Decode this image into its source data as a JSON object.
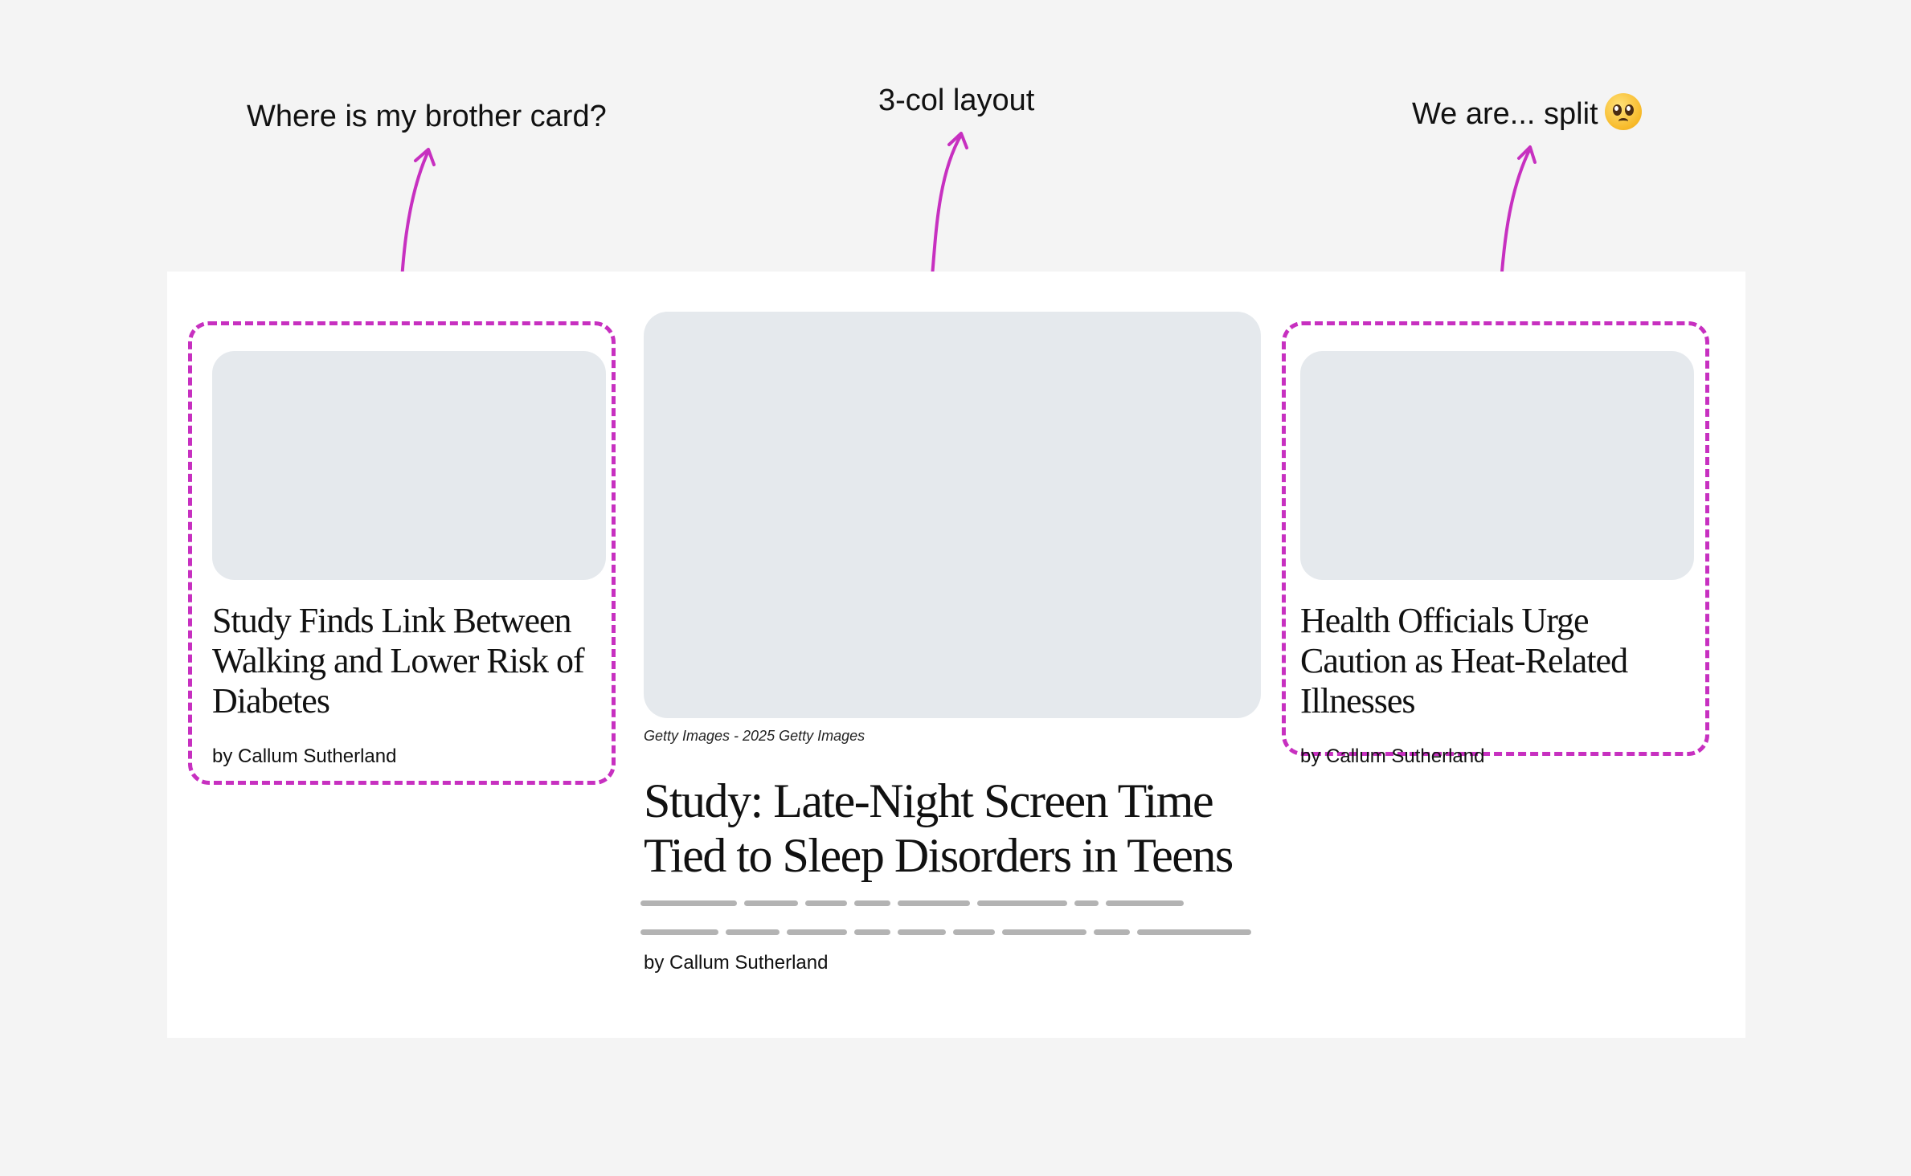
{
  "annotations": {
    "left": "Where is my brother card?",
    "middle": "3-col layout",
    "right": "We are... split",
    "right_emoji": "pleading-face-icon"
  },
  "colors": {
    "annotation_accent": "#c730c0",
    "placeholder_image": "#e5e9ed",
    "text_placeholder": "#b3b3b3",
    "canvas": "#f4f4f4",
    "panel": "#ffffff"
  },
  "cards": {
    "left": {
      "headline": "Study Finds Link Between Walking and Lower Risk of Diabetes",
      "byline": "by Callum Sutherland"
    },
    "main": {
      "image_credit": "Getty Images - 2025 Getty Images",
      "headline": "Study: Late-Night Screen Time Tied to Sleep Disorders in Teens",
      "byline": "by Callum Sutherland"
    },
    "right": {
      "headline": "Health Officials Urge Caution as Heat-Related Illnesses",
      "byline": "by Callum Sutherland"
    }
  }
}
